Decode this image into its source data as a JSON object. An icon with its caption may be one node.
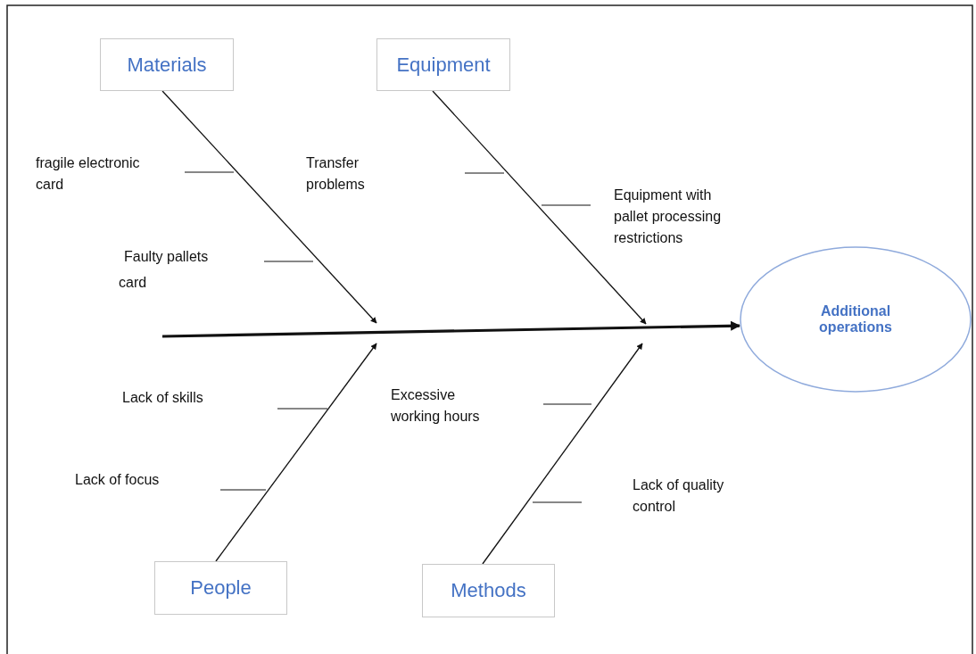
{
  "diagram": {
    "nodes": [
      {
        "text": [
          "Materials"
        ]
      },
      {
        "text": [
          "Equipment"
        ]
      },
      {
        "text": [
          "People"
        ]
      },
      {
        "text": [
          "Methods"
        ]
      },
      {
        "text": [
          "Additional operations"
        ]
      }
    ],
    "edges": [
      {
        "from": 0,
        "to": null,
        "arrow": "to"
      },
      {
        "from": 1,
        "to": null,
        "arrow": "to"
      },
      {
        "from": 2,
        "to": null,
        "arrow": "to"
      },
      {
        "from": 3,
        "to": null,
        "arrow": "to"
      },
      {
        "from": null,
        "to": 4,
        "arrow": "to",
        "style": "thick"
      }
    ],
    "labels": [
      "fragile electronic card",
      "Transfer problems",
      "Equipment with pallet processing restrictions",
      "Faulty pallets card",
      "Lack of skills",
      "Excessive working hours",
      "Lack of focus",
      "Lack of quality control"
    ]
  }
}
